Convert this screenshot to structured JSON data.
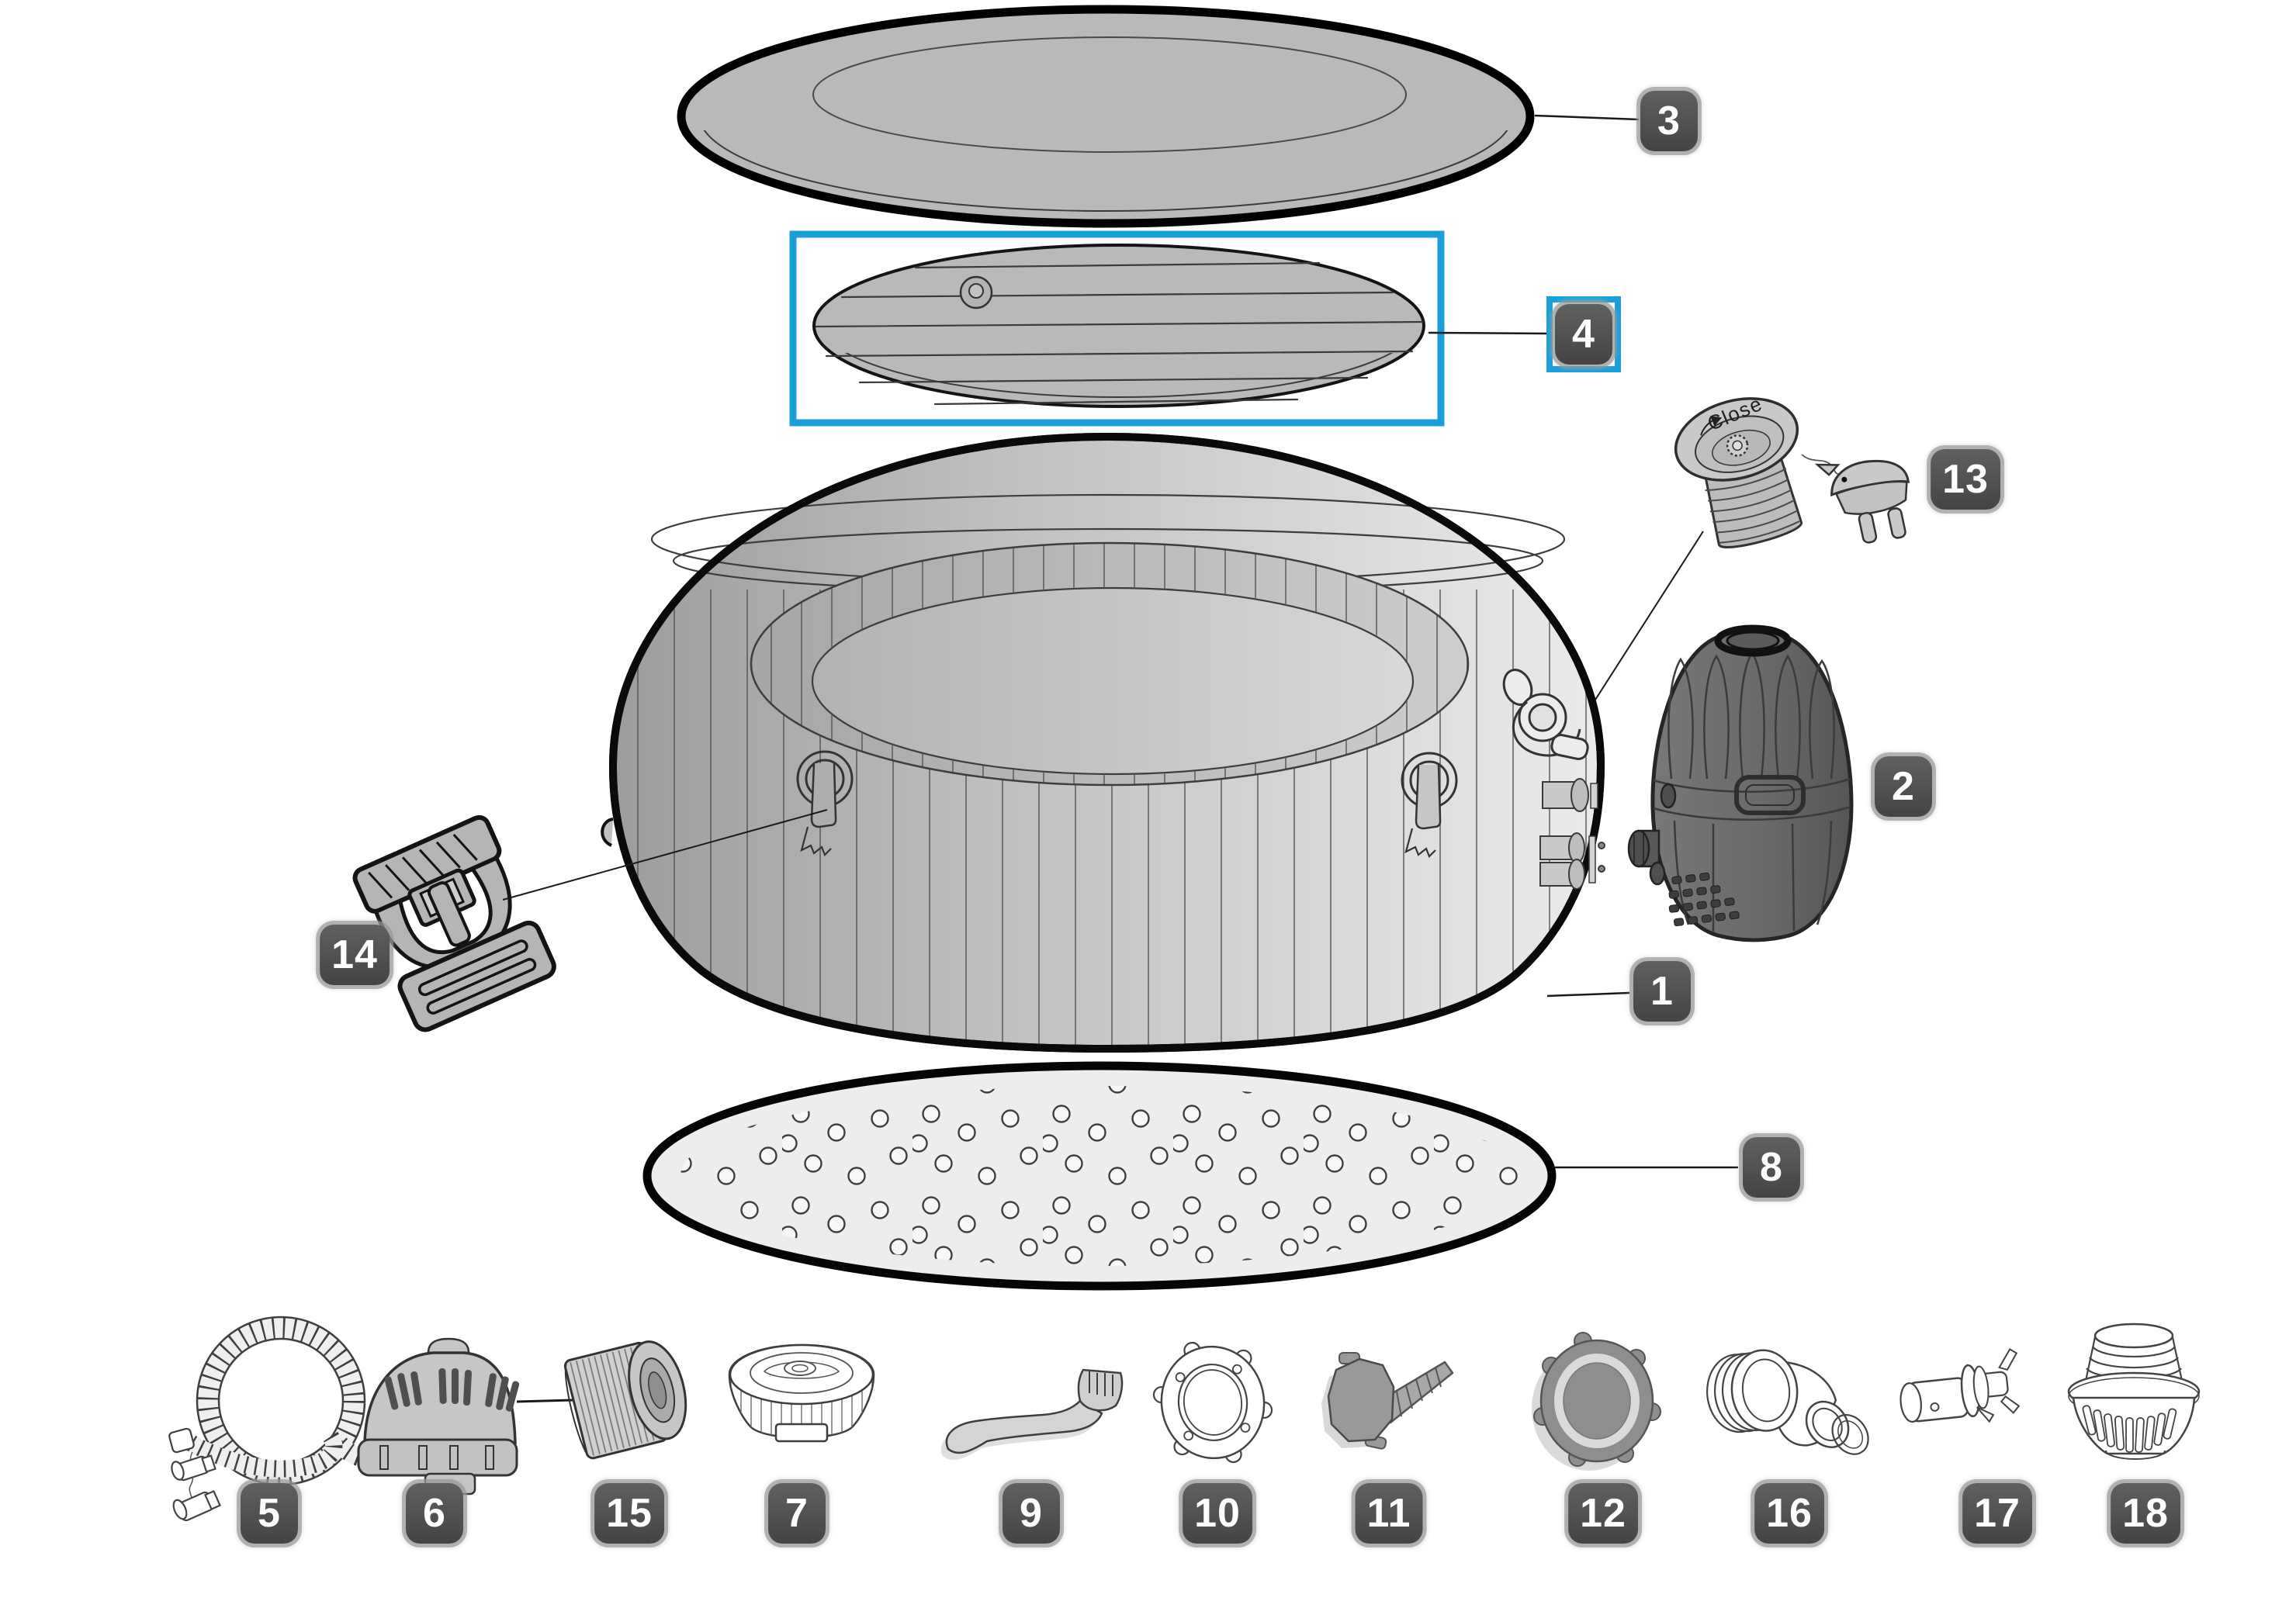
{
  "diagram": {
    "type": "exploded-parts-diagram",
    "subject": "inflatable-spa-hot-tub",
    "colors": {
      "highlight_blue": "#1b9fdb",
      "badge_background": "#4a4a4a",
      "badge_ring": "#949494",
      "badge_text": "#ffffff",
      "line_art": "#1a1a1a"
    },
    "valve_text": "Close",
    "highlighted_label": "4",
    "labels": [
      {
        "num": "1"
      },
      {
        "num": "2"
      },
      {
        "num": "3"
      },
      {
        "num": "4"
      },
      {
        "num": "5"
      },
      {
        "num": "6"
      },
      {
        "num": "7"
      },
      {
        "num": "8"
      },
      {
        "num": "9"
      },
      {
        "num": "10"
      },
      {
        "num": "11"
      },
      {
        "num": "12"
      },
      {
        "num": "13"
      },
      {
        "num": "14"
      },
      {
        "num": "15"
      },
      {
        "num": "16"
      },
      {
        "num": "17"
      },
      {
        "num": "18"
      }
    ]
  }
}
